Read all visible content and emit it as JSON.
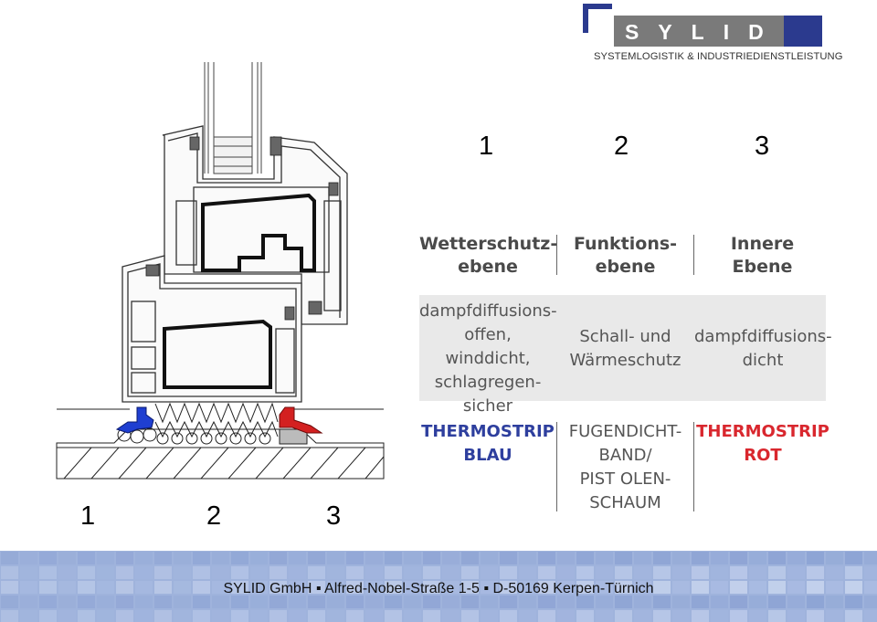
{
  "logo": {
    "name": "SYLID",
    "tagline": "SYSTEMLOGISTIK & INDUSTRIEDIENSTLEISTUNG"
  },
  "numbers_top": [
    "1",
    "2",
    "3"
  ],
  "numbers_bottom": [
    "1",
    "2",
    "3"
  ],
  "columns": [
    {
      "header": [
        "Wetterschutz-",
        "ebene"
      ],
      "description": [
        "dampfdiffusions-",
        "offen, winddicht,",
        "schlagregen-",
        "sicher"
      ],
      "product": [
        "THERMOSTRIP",
        "BLAU"
      ],
      "product_color": "#2e3f9e"
    },
    {
      "header": [
        "Funktions-",
        "ebene"
      ],
      "description": [
        "Schall- und",
        "Wärmeschutz"
      ],
      "product": [
        "FUGENDICHT-",
        "BAND/",
        "PIST OLEN-",
        "SCHAUM"
      ],
      "product_color": "#555555"
    },
    {
      "header": [
        "Innere",
        "Ebene"
      ],
      "description": [
        "dampfdiffusions-",
        "dicht"
      ],
      "product": [
        "THERMOSTRIP",
        "ROT"
      ],
      "product_color": "#d9272e"
    }
  ],
  "footer": {
    "text": "SYLID GmbH ▪ Alfred-Nobel-Straße 1-5 ▪ D-50169 Kerpen-Türnich"
  },
  "colors": {
    "brand_blue": "#2b3a8e",
    "brand_gray": "#7a7a7a",
    "table_bg": "#e9e9e9",
    "seal_blue": "#1f3fd1",
    "seal_red": "#d32020"
  }
}
